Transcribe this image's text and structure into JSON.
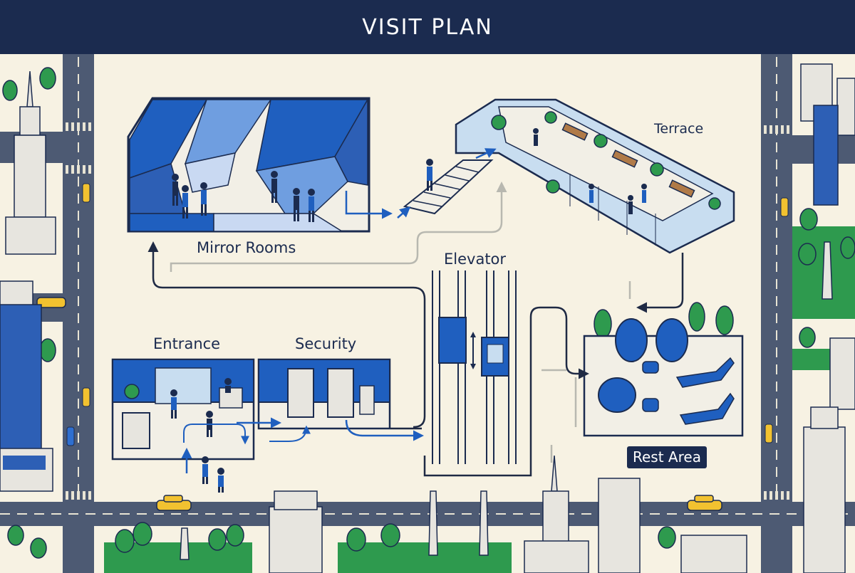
{
  "title": "VISIT PLAN",
  "zones": {
    "mirror_rooms": "Mirror Rooms",
    "terrace": "Terrace",
    "elevator": "Elevator",
    "entrance": "Entrance",
    "security": "Security",
    "rest_area": "Rest Area"
  },
  "colors": {
    "navy": "#1b2b4f",
    "blue": "#1f5fbf",
    "path": "#1f2a44",
    "background": "#f7f2e3",
    "green": "#2e9a4e"
  }
}
